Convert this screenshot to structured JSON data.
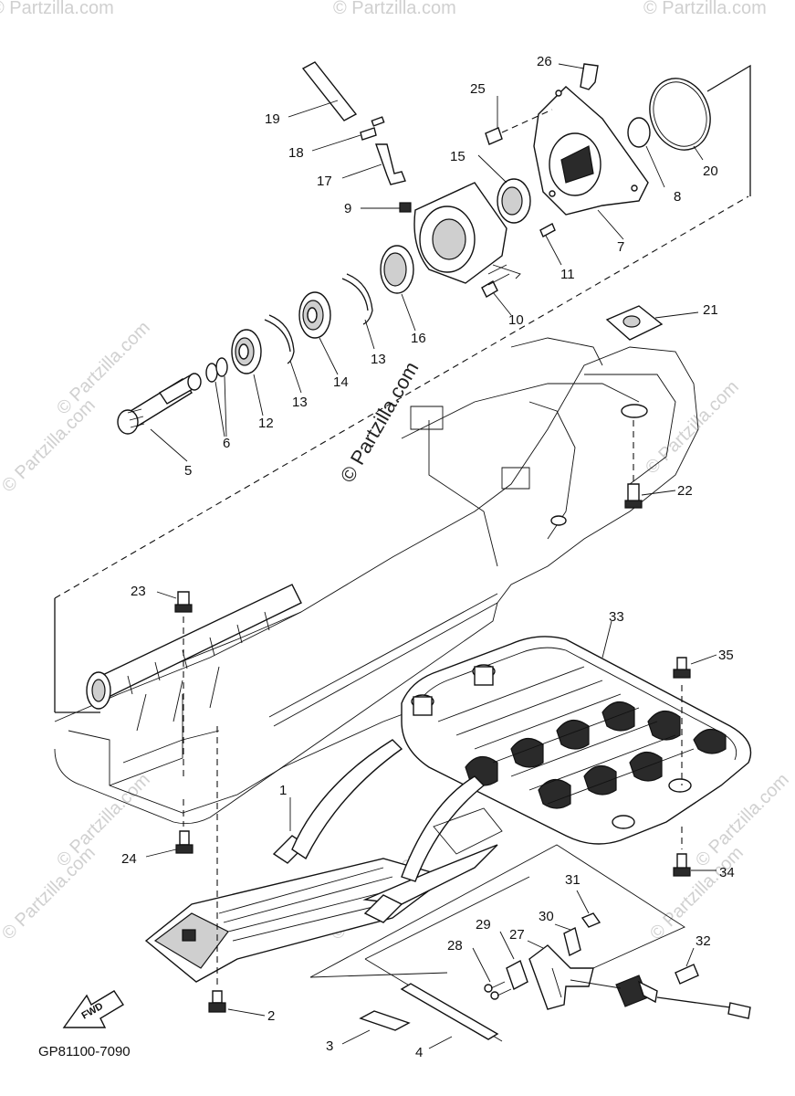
{
  "watermark": "© Partzilla.com",
  "diagram_code": "GP81100-7090",
  "fwd_label": "FWD",
  "callouts": {
    "p1": "1",
    "p2": "2",
    "p3": "3",
    "p4": "4",
    "p5": "5",
    "p6": "6",
    "p7": "7",
    "p8": "8",
    "p9": "9",
    "p10": "10",
    "p11": "11",
    "p12": "12",
    "p13a": "13",
    "p13b": "13",
    "p14": "14",
    "p15": "15",
    "p16": "16",
    "p17": "17",
    "p18": "18",
    "p19": "19",
    "p20": "20",
    "p21": "21",
    "p22": "22",
    "p23": "23",
    "p24": "24",
    "p25": "25",
    "p26": "26",
    "p27": "27",
    "p28": "28",
    "p29": "29",
    "p30": "30",
    "p31": "31",
    "p32": "32",
    "p33": "33",
    "p34": "34",
    "p35": "35"
  }
}
